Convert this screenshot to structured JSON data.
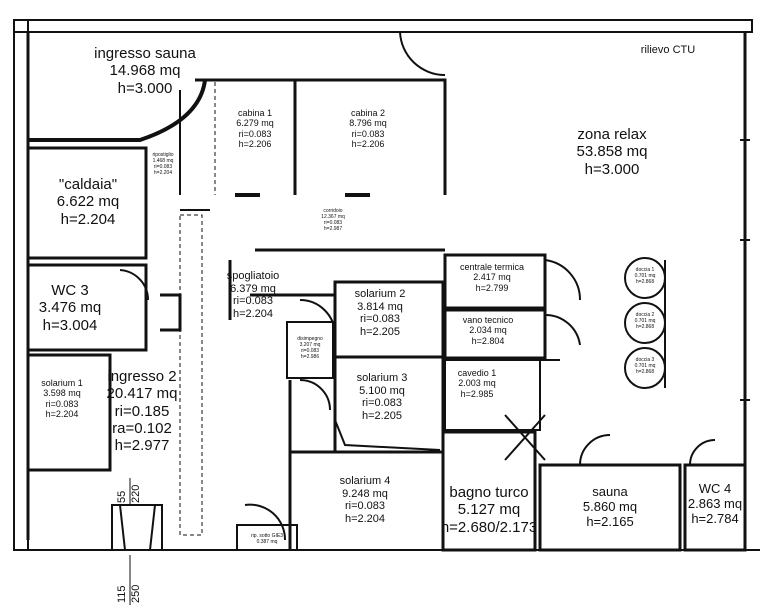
{
  "header": {
    "label": "rilievo CTU"
  },
  "rooms": {
    "ingresso_sauna": {
      "name": "ingresso sauna",
      "area": "14.968 mq",
      "h": "h=3.000"
    },
    "cabina1": {
      "name": "cabina 1",
      "area": "6.279 mq",
      "ri": "ri=0.083",
      "h": "h=2.206"
    },
    "cabina2": {
      "name": "cabina 2",
      "area": "8.796 mq",
      "ri": "ri=0.083",
      "h": "h=2.206"
    },
    "zona_relax": {
      "name": "zona relax",
      "area": "53.858 mq",
      "h": "h=3.000"
    },
    "ripostiglio": {
      "name": "ripostiglio",
      "area": "1.468 mq",
      "ri": "ri=0.083",
      "h": "h=2.204"
    },
    "caldaia": {
      "name": "\"caldaia\"",
      "area": "6.622 mq",
      "h": "h=2.204"
    },
    "corridoio": {
      "name": "corridoio",
      "area": "12.367 mq",
      "ri": "ri=0.083",
      "h": "h=2.987"
    },
    "wc3": {
      "name": "WC 3",
      "area": "3.476 mq",
      "h": "h=3.004"
    },
    "spogliatoio": {
      "name": "spogliatoio",
      "area": "6.379 mq",
      "ri": "ri=0.083",
      "h": "h=2.204"
    },
    "solarium2": {
      "name": "solarium 2",
      "area": "3.814 mq",
      "ri": "ri=0.083",
      "h": "h=2.205"
    },
    "centrale_termica": {
      "name": "centrale termica",
      "area": "2.417 mq",
      "h": "h=2.799"
    },
    "vano_tecnico": {
      "name": "vano tecnico",
      "area": "2.034 mq",
      "h": "h=2.804"
    },
    "disimpegno": {
      "name": "disimpegno",
      "area": "3.207 mq",
      "ri": "ri=0.083",
      "h": "h=2.986"
    },
    "solarium1": {
      "name": "solarium 1",
      "area": "3.598 mq",
      "ri": "ri=0.083",
      "h": "h=2.204"
    },
    "ingresso2": {
      "name": "ingresso 2",
      "area": "20.417 mq",
      "ri": "ri=0.185",
      "ra": "ra=0.102",
      "h": "h=2.977"
    },
    "solarium3": {
      "name": "solarium 3",
      "area": "5.100 mq",
      "ri": "ri=0.083",
      "h": "h=2.205"
    },
    "cavedio1": {
      "name": "cavedio 1",
      "area": "2.003 mq",
      "h": "h=2.985"
    },
    "doccia1": {
      "name": "doccia 1",
      "area": "0.701 mq",
      "h": "h=2.868"
    },
    "doccia2": {
      "name": "doccia 2",
      "area": "0.701 mq",
      "h": "h=2.868"
    },
    "doccia3": {
      "name": "doccia 3",
      "area": "0.701 mq",
      "h": "h=2.868"
    },
    "solarium4": {
      "name": "solarium 4",
      "area": "9.248 mq",
      "ri": "ri=0.083",
      "h": "h=2.204"
    },
    "bagno_turco": {
      "name": "bagno turco",
      "area": "5.127 mq",
      "h": "h=2.680/2.173"
    },
    "sauna": {
      "name": "sauna",
      "area": "5.860 mq",
      "h": "h=2.165"
    },
    "wc4": {
      "name": "WC 4",
      "area": "2.863 mq",
      "h": "h=2.784"
    },
    "ripostiglio2": {
      "name": "rip. sotto GIE3",
      "area": "0.387 mq"
    }
  },
  "dimensions": {
    "d55": "55",
    "d220": "220",
    "d115": "115",
    "d250": "250"
  }
}
